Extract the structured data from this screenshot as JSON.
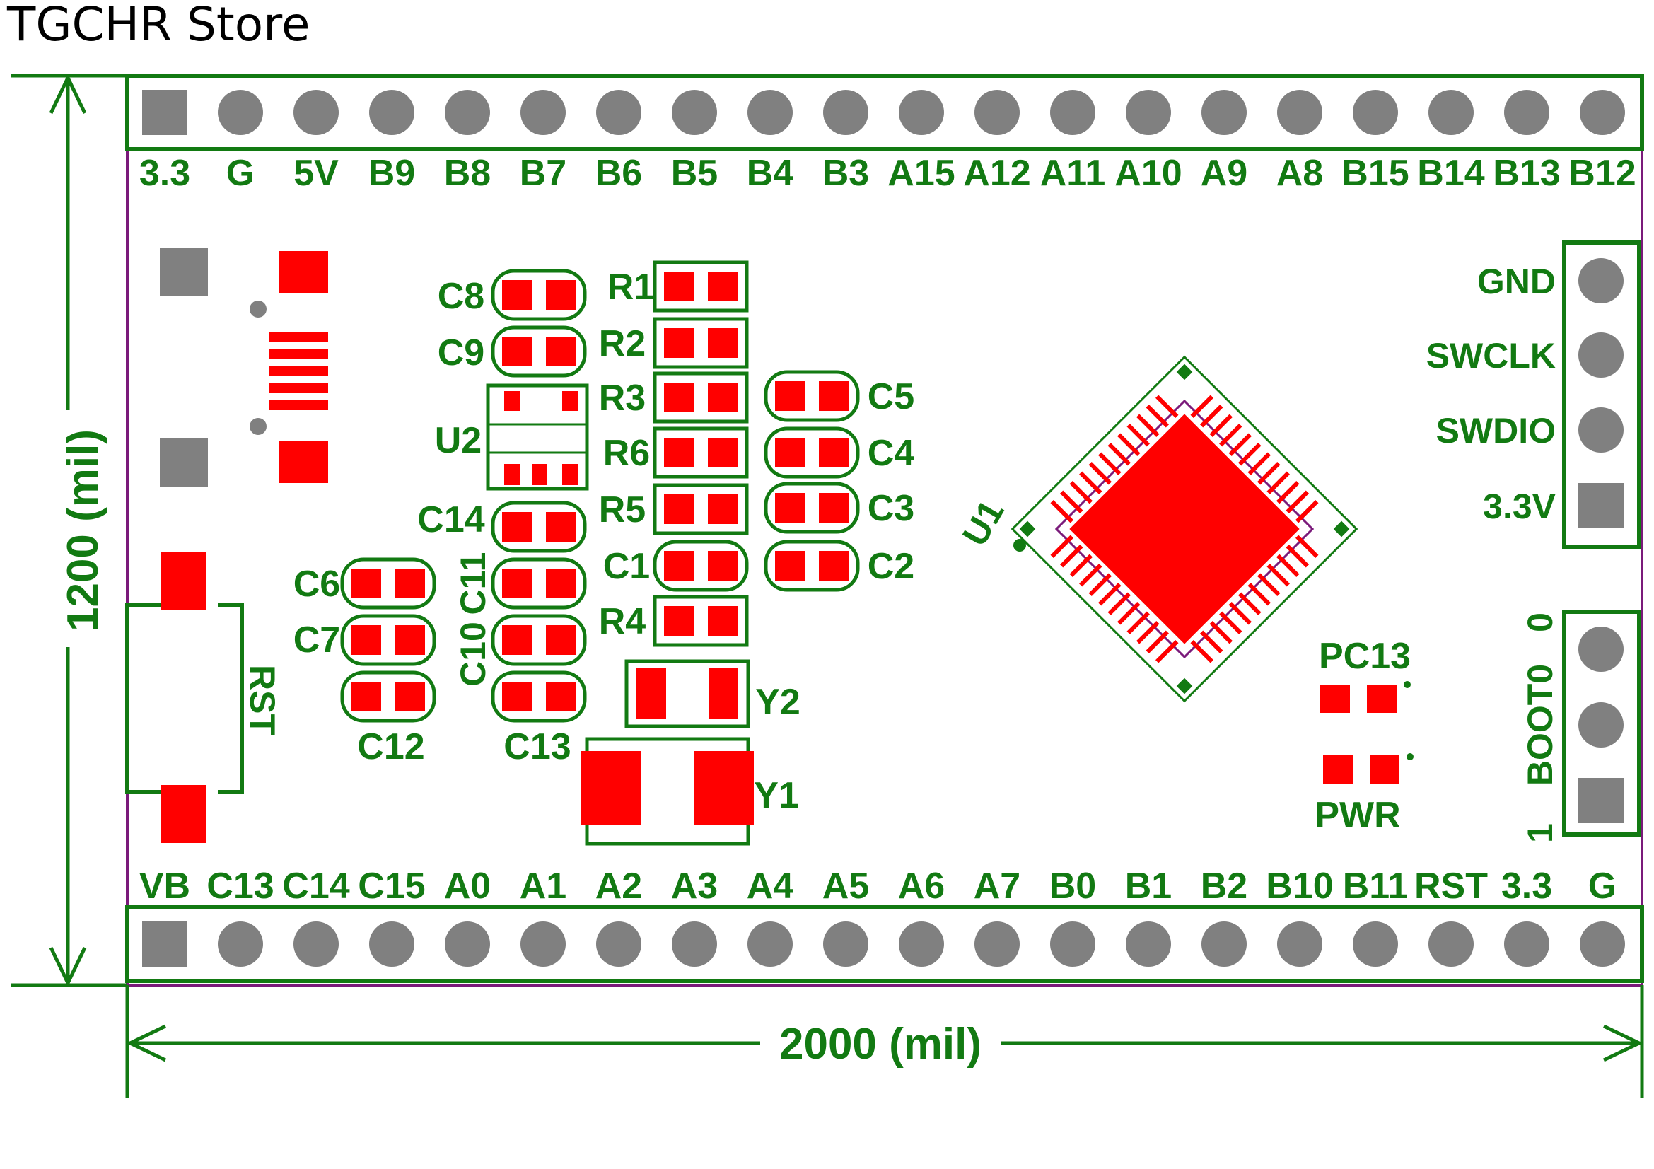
{
  "store_title": "TGCHR Store",
  "colors": {
    "silk": "#127a12",
    "pad": "#ff0000",
    "pin": "#808080",
    "outline": "#7a1a7a"
  },
  "dimensions": {
    "height_label": "1200 (mil)",
    "width_label": "2000 (mil)"
  },
  "top_header": {
    "pins": [
      "3.3",
      "G",
      "5V",
      "B9",
      "B8",
      "B7",
      "B6",
      "B5",
      "B4",
      "B3",
      "A15",
      "A12",
      "A11",
      "A10",
      "A9",
      "A8",
      "B15",
      "B14",
      "B13",
      "B12"
    ],
    "square_pin_index": 0
  },
  "bottom_header": {
    "pins": [
      "VB",
      "C13",
      "C14",
      "C15",
      "A0",
      "A1",
      "A2",
      "A3",
      "A4",
      "A5",
      "A6",
      "A7",
      "B0",
      "B1",
      "B2",
      "B10",
      "B11",
      "RST",
      "3.3",
      "G"
    ],
    "square_pin_index": 0
  },
  "swd_header": {
    "labels": [
      "GND",
      "SWCLK",
      "SWDIO",
      "3.3V"
    ],
    "square_pin_index": 3
  },
  "boot_header": {
    "title": "BOOT0",
    "top_label": "0",
    "bottom_label": "1"
  },
  "components": {
    "capacitors": [
      "C1",
      "C2",
      "C3",
      "C4",
      "C5",
      "C6",
      "C7",
      "C8",
      "C9",
      "C10",
      "C11",
      "C12",
      "C13",
      "C14"
    ],
    "resistors": [
      "R1",
      "R2",
      "R3",
      "R4",
      "R5",
      "R6"
    ],
    "regulator": "U2",
    "mcu": "U1",
    "crystals": [
      "Y1",
      "Y2"
    ],
    "button": "RST",
    "leds": [
      "PC13",
      "PWR"
    ]
  }
}
